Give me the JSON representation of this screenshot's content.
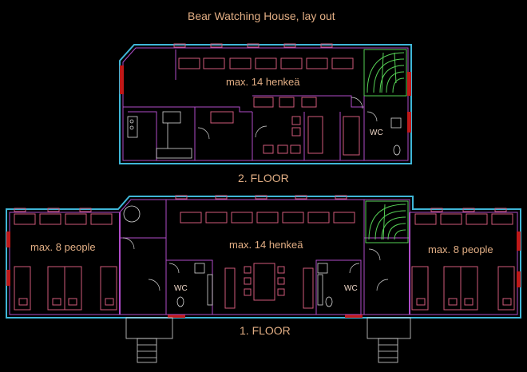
{
  "title": "Bear Watching House, lay out",
  "floors": {
    "second": {
      "label": "2. FLOOR",
      "capacity": "max. 14 henkeä",
      "wc": "WC"
    },
    "first": {
      "label": "1. FLOOR",
      "left_wing_capacity": "max. 8 people",
      "main_capacity": "max. 14 henkeä",
      "right_wing_capacity": "max. 8 people",
      "wc_left": "WC",
      "wc_right": "WC"
    }
  },
  "colors": {
    "background": "#000000",
    "outer_wall": "#3fb6d8",
    "inner_wall": "#b04cc9",
    "window_frame": "#d05a7a",
    "window_sill": "#c01818",
    "stair": "#55d055",
    "fixture": "#d8d8d8",
    "label": "#e2ae84"
  }
}
